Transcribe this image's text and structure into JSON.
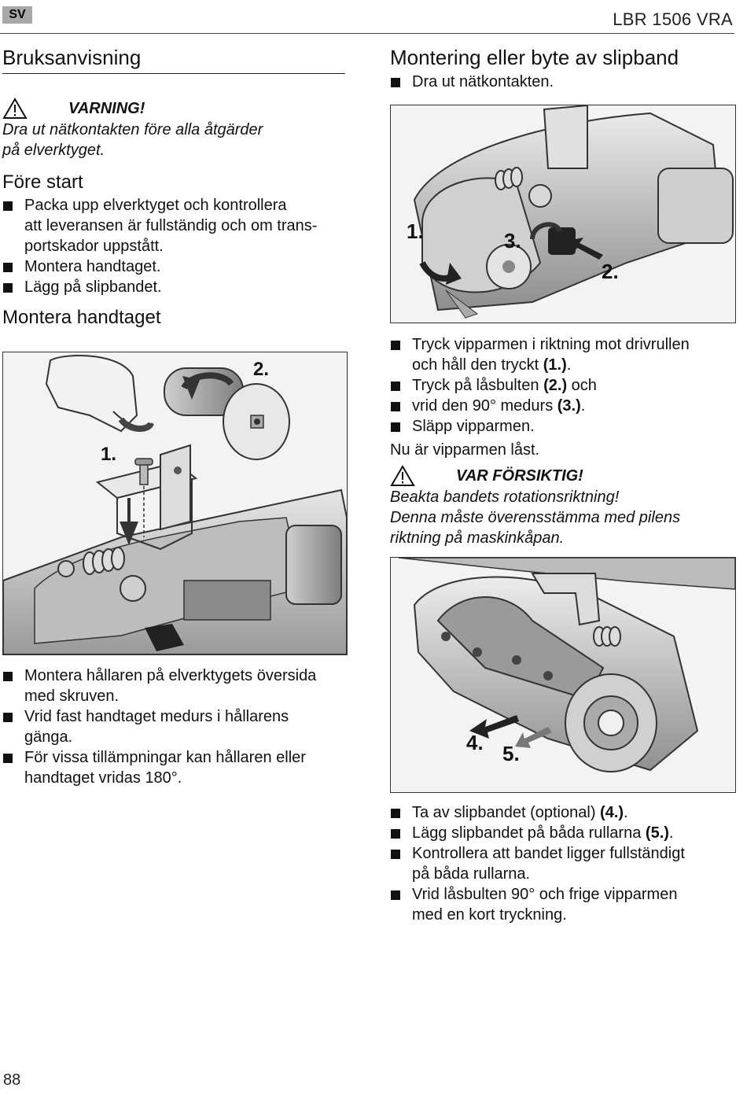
{
  "header": {
    "lang": "SV",
    "doc_title": "LBR 1506 VRA"
  },
  "left": {
    "section_title": "Bruksanvisning",
    "warning": {
      "label": "VARNING!",
      "text": [
        "Dra ut nätkontakten före alla åtgärder",
        "på elverktyget."
      ]
    },
    "fore_start": {
      "title": "Före start",
      "items": [
        [
          "Packa upp elverktyget och kontrollera",
          "att leveransen är fullständig och om trans-",
          "portskador uppstått."
        ],
        [
          "Montera handtaget."
        ],
        [
          "Lägg på slipbandet."
        ]
      ]
    },
    "montera": {
      "title": "Montera handtaget",
      "fig_labels": {
        "one": "1.",
        "two": "2."
      },
      "items": [
        [
          "Montera hållaren på elverktygets översida",
          "med skruven."
        ],
        [
          "Vrid fast handtaget medurs i hållarens",
          "gänga."
        ],
        [
          "För vissa tillämpningar kan hållaren eller",
          "handtaget vridas 180°."
        ]
      ]
    }
  },
  "right": {
    "section_title": "Montering eller byte av slipband",
    "intro_item": "Dra ut nätkontakten.",
    "fig1_labels": {
      "one": "1.",
      "two": "2.",
      "three": "3."
    },
    "steps": [
      {
        "line1": "Tryck vipparmen i riktning mot drivrullen",
        "line2_pre": "och håll den tryckt ",
        "ref": "(1.)",
        "post": "."
      },
      {
        "line1_pre": "Tryck på låsbulten ",
        "ref": "(2.)",
        "post": " och"
      },
      {
        "line1_pre": "vrid den 90° medurs ",
        "ref": "(3.)",
        "post": "."
      },
      {
        "line1_pre": "Släpp vipparmen.",
        "ref": "",
        "post": ""
      }
    ],
    "locked_note": "Nu är vipparmen låst.",
    "caution": {
      "label": "VAR FÖRSIKTIG!",
      "text": [
        "Beakta bandets rotationsriktning!",
        "Denna måste överensstämma med pilens",
        "riktning på maskinkåpan."
      ]
    },
    "fig2_labels": {
      "four": "4.",
      "five": "5."
    },
    "final_steps": [
      {
        "pre": "Ta av slipbandet (optional) ",
        "ref": "(4.)",
        "post": "."
      },
      {
        "pre": "Lägg slipbandet på båda rullarna ",
        "ref": "(5.)",
        "post": "."
      },
      {
        "pre": "Kontrollera att bandet ligger fullständigt",
        "line2": "på båda rullarna."
      },
      {
        "pre": "Vrid låsbulten 90° och frige vipparmen",
        "line2": "med en kort tryckning."
      }
    ]
  },
  "footer": {
    "page_number": "88"
  }
}
